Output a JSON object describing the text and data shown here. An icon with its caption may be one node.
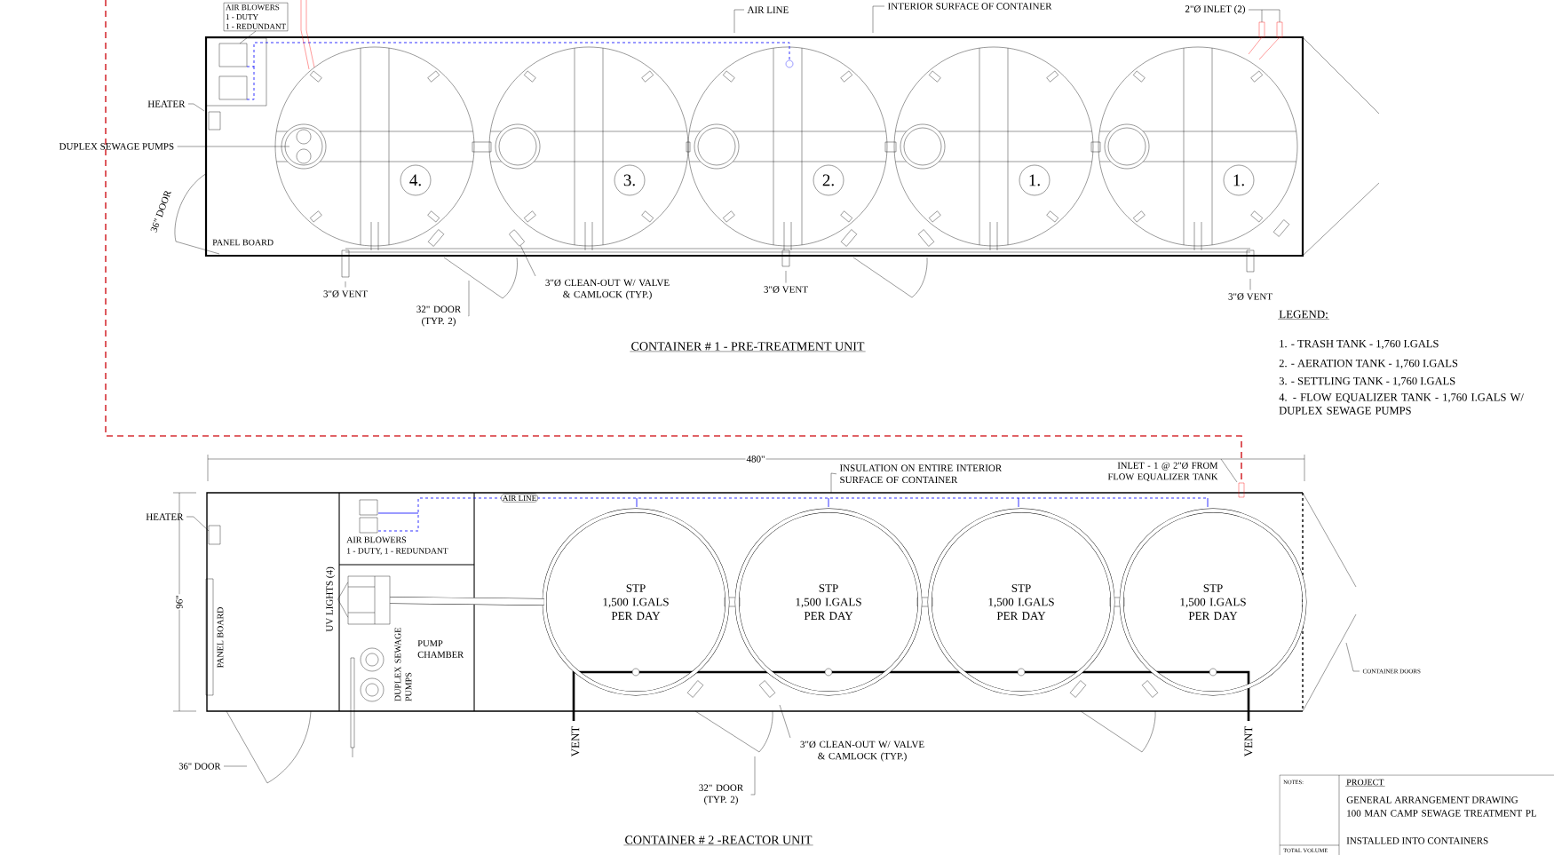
{
  "diagram": {
    "nodes": [
      {
        "text": [
          "AIR BLOWERS",
          "1 - DUTY",
          "1 - REDUNDANT"
        ]
      },
      {
        "text": [
          "AIR LINE"
        ]
      },
      {
        "text": [
          "INTERIOR SURFACE OF CONTAINER"
        ]
      },
      {
        "text": [
          "2\"Ø INLET (2)"
        ]
      },
      {
        "text": [
          "HEATER"
        ]
      },
      {
        "text": [
          "DUPLEX SEWAGE PUMPS"
        ]
      },
      {
        "text": [
          "4."
        ]
      },
      {
        "text": [
          "3."
        ]
      },
      {
        "text": [
          "2."
        ]
      },
      {
        "text": [
          "1."
        ]
      },
      {
        "text": [
          "1."
        ]
      },
      {
        "text": [
          "3\"Ø VENT"
        ]
      },
      {
        "text": [
          "3\"Ø CLEAN-OUT W/ VALVE & CAMLOCK (TYP.)"
        ]
      },
      {
        "text": [
          "32\" DOOR (TYP. 2)"
        ]
      },
      {
        "text": [
          "3\"Ø VENT"
        ]
      },
      {
        "text": [
          "3\"Ø VENT"
        ]
      },
      {
        "text": [
          "INSULATION ON ENTIRE INTERIOR SURFACE OF CONTAINER"
        ]
      },
      {
        "text": [
          "INLET - 1 @ 2\"Ø FROM FLOW EQUALIZER TANK"
        ]
      },
      {
        "text": [
          "HEATER"
        ]
      },
      {
        "text": [
          "AIR LINE"
        ]
      },
      {
        "text": [
          "UV LIGHTS (4)"
        ]
      },
      {
        "text": [
          "STP",
          "1,500 I.GALS PER DAY"
        ]
      },
      {
        "text": [
          "STP",
          "1,500 I.GALS PER DAY"
        ]
      },
      {
        "text": [
          "STP",
          "1,500 I.GALS PER DAY"
        ]
      },
      {
        "text": [
          "STP",
          "1,500 I.GALS PER DAY"
        ]
      },
      {
        "text": [
          "CONTAINER DOORS"
        ]
      },
      {
        "text": [
          "36\" DOOR"
        ]
      },
      {
        "text": [
          "3\"Ø CLEAN-OUT W/ VALVE & CAMLOCK (TYP.)"
        ]
      },
      {
        "text": [
          "32\" DOOR (TYP. 2)"
        ]
      },
      {
        "text": [],
        "shape": "picture"
      },
      {
        "text": [],
        "shape": "box"
      }
    ],
    "edges": [
      {
        "from": 0,
        "to": null,
        "arrow": "none"
      },
      {
        "from": 1,
        "to": null,
        "arrow": "none"
      },
      {
        "from": 2,
        "to": null,
        "arrow": "none"
      },
      {
        "from": 3,
        "to": null,
        "arrow": "none"
      },
      {
        "from": 4,
        "to": null,
        "arrow": "none"
      },
      {
        "from": 5,
        "to": null,
        "arrow": "none"
      },
      {
        "from": 11,
        "to": null,
        "arrow": "none"
      },
      {
        "from": 12,
        "to": 29,
        "arrow": "none"
      },
      {
        "from": 13,
        "to": null,
        "arrow": "none"
      },
      {
        "from": 14,
        "to": null,
        "arrow": "none"
      },
      {
        "from": 15,
        "to": null,
        "arrow": "none"
      },
      {
        "from": 16,
        "to": null,
        "arrow": "none"
      },
      {
        "from": 17,
        "to": null,
        "arrow": "none"
      },
      {
        "from": 18,
        "to": null,
        "arrow": "none"
      },
      {
        "from": 20,
        "to": 30,
        "arrow": "none"
      },
      {
        "from": 25,
        "to": null,
        "arrow": "none"
      },
      {
        "from": 26,
        "to": null,
        "arrow": "none"
      },
      {
        "from": 27,
        "to": null,
        "arrow": "none"
      },
      {
        "from": 28,
        "to": null,
        "arrow": "none"
      },
      {
        "from": 30,
        "to": 21,
        "arrow": "none",
        "style": "thick"
      }
    ],
    "labels": [
      "PANEL BOARD",
      "36\" DOOR",
      "CONTAINER # 1 - PRE-TREATMENT UNIT",
      "LEGEND:",
      "1. - TRASH TANK - 1,760 I.GALS",
      "2. - AERATION TANK - 1,760 I.GALS",
      "3. - SETTLING TANK - 1,760 I.GALS",
      "4. - FLOW EQUALIZER TANK - 1,760 I.GALS W/ DUPLEX SEWAGE PUMPS",
      "480\"",
      "96\"",
      "AIR BLOWERS",
      "1 - DUTY, 1 - REDUNDANT",
      "PANEL BOARD",
      "DUPLEX SEWAGE PUMPS",
      "PUMP CHAMBER",
      "VENT",
      "VENT",
      "CONTAINER # 2 -REACTOR UNIT",
      "NOTES:",
      "TOTAL VOLUME",
      "PROJECT",
      "GENERAL ARRANGEMENT DRAWING",
      "100 MAN CAMP SEWAGE TREATMENT PL",
      "INSTALLED INTO CONTAINERS"
    ]
  }
}
